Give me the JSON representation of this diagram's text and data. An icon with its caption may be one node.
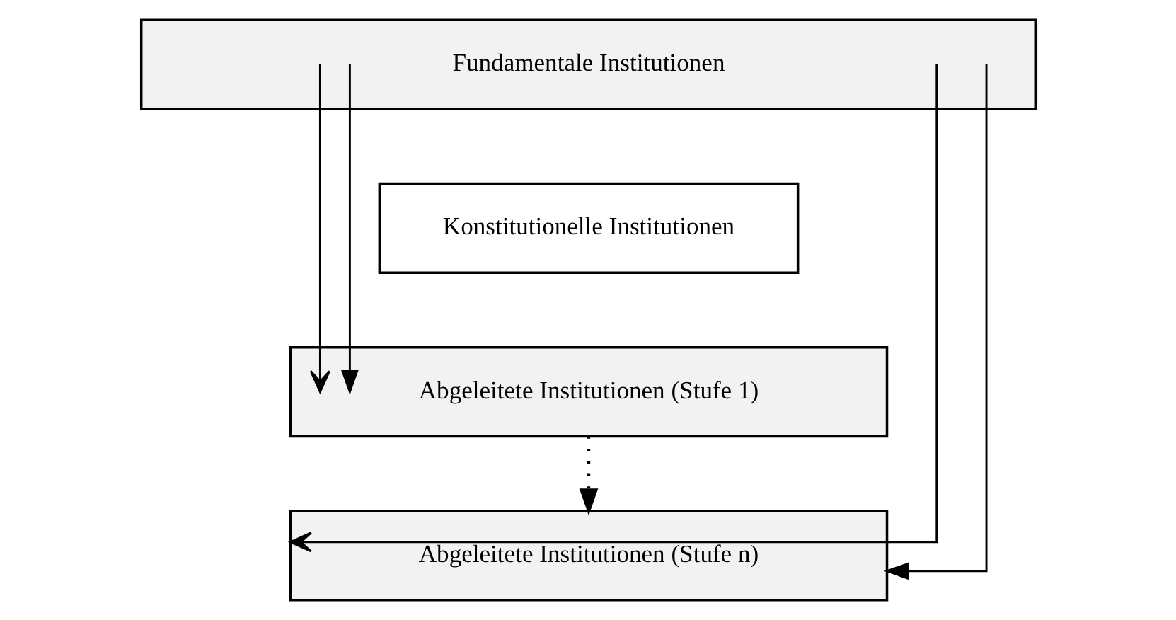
{
  "diagram": {
    "nodes": [
      {
        "text": [
          "Fundamentale Institutionen"
        ]
      },
      {
        "text": [
          "Konstitutionelle Institutionen"
        ]
      },
      {
        "text": [
          "Abgeleitete Institutionen (Stufe 1)"
        ]
      },
      {
        "text": [
          "Abgeleitete Institutionen (Stufe n)"
        ]
      }
    ],
    "edges": [
      {
        "from": 0,
        "to": 2,
        "arrow": "to"
      },
      {
        "from": 0,
        "to": 3,
        "arrow": "to"
      },
      {
        "from": 0,
        "to": 2,
        "arrow": "to"
      },
      {
        "from": 0,
        "to": 3,
        "arrow": "to"
      },
      {
        "from": 2,
        "to": 3,
        "arrow": "to",
        "style": "dashed"
      }
    ]
  }
}
